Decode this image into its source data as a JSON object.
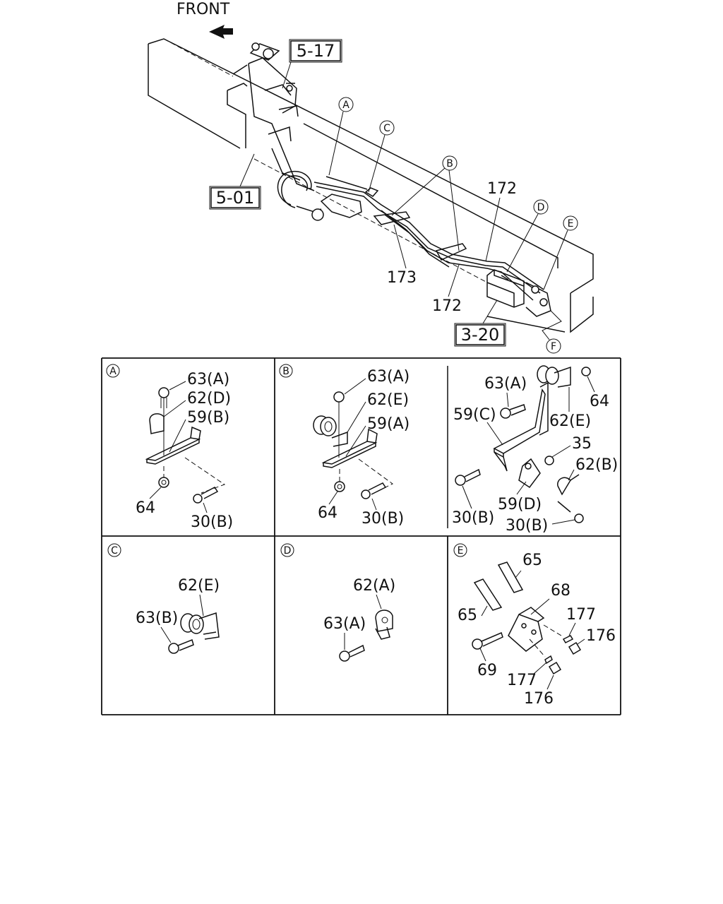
{
  "header": {
    "front_label": "FRONT"
  },
  "refs": {
    "r517": "5-17",
    "r501": "5-01",
    "r320": "3-20"
  },
  "main": {
    "circles": {
      "a": "A",
      "b": "B",
      "c": "C",
      "d": "D",
      "e": "E",
      "f": "F"
    },
    "parts": {
      "p172a": "172",
      "p172b": "172",
      "p173": "173"
    }
  },
  "panels": {
    "a": {
      "tag": "A",
      "l1": "63(A)",
      "l2": "62(D)",
      "l3": "59(B)",
      "l4": "64",
      "l5": "30(B)"
    },
    "b": {
      "tag": "B",
      "l1": "63(A)",
      "l2": "62(E)",
      "l3": "59(A)",
      "l4": "64",
      "l5": "30(B)",
      "r1": "63(A)",
      "r2": "59(C)",
      "r3": "64",
      "r4": "62(E)",
      "r5": "35",
      "r6": "62(B)",
      "r7": "30(B)",
      "r8": "59(D)",
      "r9": "30(B)"
    },
    "c": {
      "tag": "C",
      "l1": "62(E)",
      "l2": "63(B)"
    },
    "d": {
      "tag": "D",
      "l1": "62(A)",
      "l2": "63(A)"
    },
    "e": {
      "tag": "E",
      "l1": "65",
      "l2": "68",
      "l3": "65",
      "l4": "177",
      "l5": "176",
      "l6": "69",
      "l7": "177",
      "l8": "176"
    }
  }
}
